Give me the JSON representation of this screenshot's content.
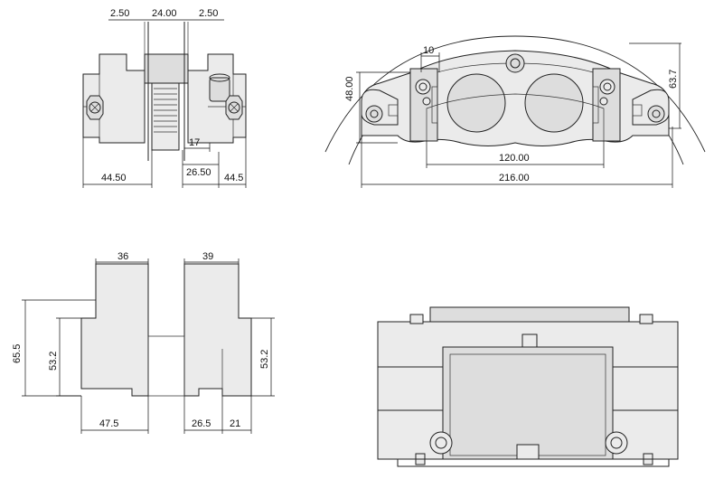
{
  "views": {
    "side": {
      "dims": {
        "flange_left": "2.50",
        "gap": "24.00",
        "flange_right": "2.50",
        "piston_offset": "17",
        "inner_half_left": "44.50",
        "inner_half_right_a": "26.50",
        "inner_half_right_b": "44.5"
      }
    },
    "front": {
      "dims": {
        "bracket_width": "10",
        "height_left": "48.00",
        "height_right": "63.7",
        "pad_width": "120.00",
        "overall_width": "216.00"
      }
    },
    "section": {
      "dims": {
        "top_left": "36",
        "top_right": "39",
        "height_outer": "65.5",
        "height_left": "53.2",
        "height_right": "53.2",
        "bottom_left": "47.5",
        "bottom_mid": "26.5",
        "bottom_right": "21"
      }
    },
    "top": {}
  }
}
